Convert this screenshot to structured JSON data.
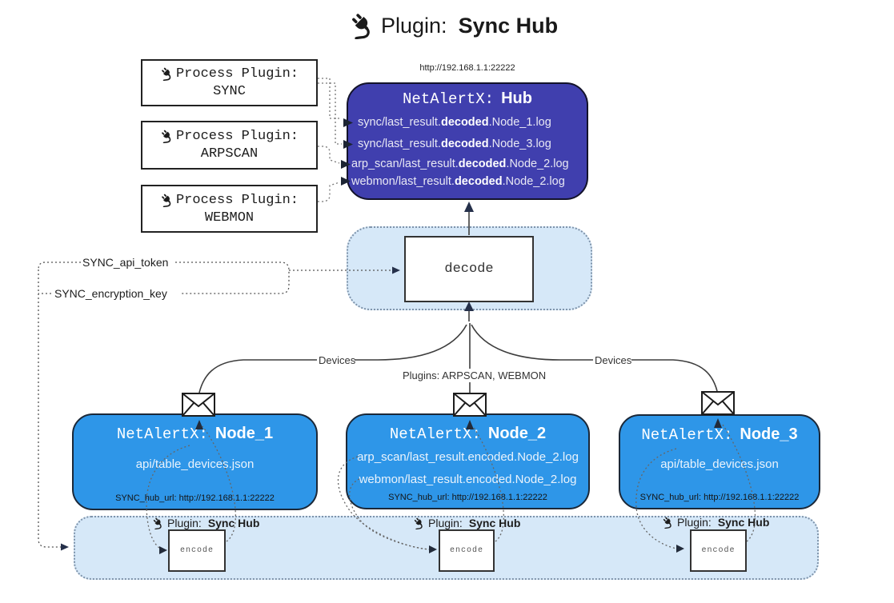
{
  "title": {
    "label": "Plugin:",
    "name": "Sync Hub"
  },
  "hub": {
    "url": "http://192.168.1.1:22222",
    "title_label": "NetAlertX:",
    "title_name": "Hub",
    "lines": [
      {
        "pre": "sync/last_result.",
        "bold": "decoded",
        "post": ".Node_1.log"
      },
      {
        "pre": "sync/last_result.",
        "bold": "decoded",
        "post": ".Node_3.log"
      },
      {
        "pre": "arp_scan/last_result.",
        "bold": "decoded",
        "post": ".Node_2.log"
      },
      {
        "pre": "webmon/last_result.",
        "bold": "decoded",
        "post": ".Node_2.log"
      }
    ]
  },
  "process_plugins": [
    {
      "label": "Process Plugin:",
      "name": "SYNC"
    },
    {
      "label": "Process Plugin:",
      "name": "ARPSCAN"
    },
    {
      "label": "Process Plugin:",
      "name": "WEBMON"
    }
  ],
  "settings": {
    "api_token": "SYNC_api_token",
    "encryption_key": "SYNC_encryption_key"
  },
  "decode": {
    "label": "decode"
  },
  "flows": {
    "left": "Devices",
    "middle": "Plugins: ARPSCAN, WEBMON",
    "right": "Devices"
  },
  "nodes": [
    {
      "title_label": "NetAlertX:",
      "name": "Node_1",
      "lines": [
        "api/table_devices.json"
      ],
      "hub_url": "SYNC_hub_url: http://192.168.1.1:22222"
    },
    {
      "title_label": "NetAlertX:",
      "name": "Node_2",
      "lines": [
        "arp_scan/last_result.encoded.Node_2.log",
        "webmon/last_result.encoded.Node_2.log"
      ],
      "hub_url": "SYNC_hub_url: http://192.168.1.1:22222"
    },
    {
      "title_label": "NetAlertX:",
      "name": "Node_3",
      "lines": [
        "api/table_devices.json"
      ],
      "hub_url": "SYNC_hub_url: http://192.168.1.1:22222"
    }
  ],
  "encoders": [
    {
      "plugin_label": "Plugin:",
      "plugin_name": "Sync Hub",
      "box_label": "encode"
    },
    {
      "plugin_label": "Plugin:",
      "plugin_name": "Sync Hub",
      "box_label": "encode"
    },
    {
      "plugin_label": "Plugin:",
      "plugin_name": "Sync Hub",
      "box_label": "encode"
    }
  ],
  "icons": {
    "plug": "plug-icon",
    "envelope": "envelope-icon"
  },
  "colors": {
    "hub_fill": "#403fae",
    "node_fill": "#2e96e8",
    "band_fill": "#d6e8f8",
    "band_border": "#7e93aa",
    "arrow_dark": "#25304a",
    "line_dark": "#3d3d3d"
  }
}
